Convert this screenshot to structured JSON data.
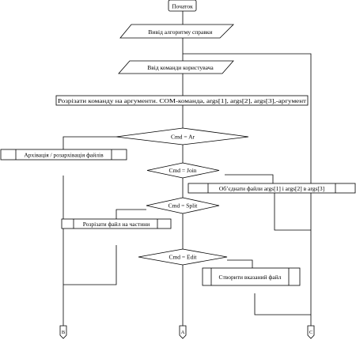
{
  "flowchart": {
    "start_label": "Початок",
    "output_algorithm_label": "Вивід алгоритму справки",
    "input_command_label": "Ввід команди користувача",
    "split_args_label": "Розрізати команду на аргументи. COM-команда, args[1], args[2], args[3],-аргумент",
    "decision_ar_label": "Cmd = Ar",
    "archive_label": "Архівація / розархівація файлів",
    "decision_join_label": "Cmd = Join",
    "join_files_label": "Об’єднати файли args[1] і args[2] в args[3]",
    "decision_split_label": "Cmd = Split",
    "split_file_label": "Розрізати файл на частини",
    "decision_edit_label": "Cmd = Edit",
    "create_file_label": "Створити вказаний файл",
    "connector_b_label": "B",
    "connector_a_label": "A",
    "connector_c_label": "C"
  }
}
